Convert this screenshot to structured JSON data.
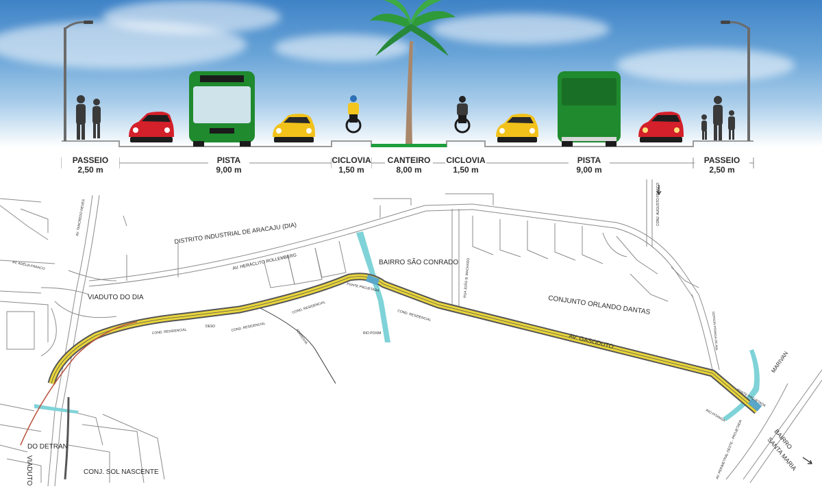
{
  "cross_section": {
    "segments": [
      {
        "name": "PASSEIO",
        "width": "2,50 m"
      },
      {
        "name": "PISTA",
        "width": "9,00 m"
      },
      {
        "name": "CICLOVIA",
        "width": "1,50 m"
      },
      {
        "name": "CANTEIRO",
        "width": "8,00 m"
      },
      {
        "name": "CICLOVIA",
        "width": "1,50 m"
      },
      {
        "name": "PISTA",
        "width": "9,00 m"
      },
      {
        "name": "PASSEIO",
        "width": "2,50 m"
      }
    ],
    "colors": {
      "bus": "#1f8a2e",
      "car_red": "#d3202a",
      "car_yellow": "#f2c21b",
      "median_grass": "#1e9e3c"
    }
  },
  "map": {
    "labels": {
      "distrito": "DISTRITO INDUSTRIAL DE ARACAJU (DIA)",
      "heraclito": "AV. HERÁCLITO ROLLEMBERG",
      "viaduto_dia": "VIADUTO DO DIA",
      "bairro_sao_conrado": "BAIRRO SÃO CONRADO",
      "ponte_projetada_1": "PONTE PROJETADA",
      "rio_poxim": "RIO POXIM",
      "conjunto_orlando": "CONJUNTO ORLANDO DANTAS",
      "av_gasoduto": "AV. GASODUTO",
      "viaduto_detran_1": "VIADUTO",
      "viaduto_detran_2": "DO DETRAN",
      "conj_sol": "CONJ. SOL NASCENTE",
      "marivan": "MARIVAN",
      "bairro_santa_maria_1": "BAIRRO",
      "bairro_santa_maria_2": "SANTA MARIA",
      "ponte_projetada_2": "PONTE PROJETADA",
      "rio_pitanga": "RIO PITANGA",
      "av_perimetral": "AV. PERIMETRAL OESTE - PROJETADA",
      "cond_res_1": "COND. RESIDENCIAL",
      "deso": "DESO",
      "cond_res_2": "COND. RESIDENCIAL",
      "cond_res_3": "COND. RESIDENCIAL",
      "cond_res_4": "COND. RESIDENCIAL",
      "ferrovia": "FERROVIA",
      "av_tancredo": "AV. TANCREDO NEVES",
      "av_adelia": "AV. ADÉLIA FRANCO",
      "rua_joao_machado": "RUA JOÃO B. MACHADO",
      "conj_augusto": "CONJ. AUGUSTO FRANCO",
      "gerson_pitanga": "GERSON PITANGA DE AVA"
    },
    "colors": {
      "road_fill": "#e9d53a",
      "road_edge": "#555555",
      "river": "#7fd3d8",
      "street_line": "#8a8a8a"
    }
  }
}
